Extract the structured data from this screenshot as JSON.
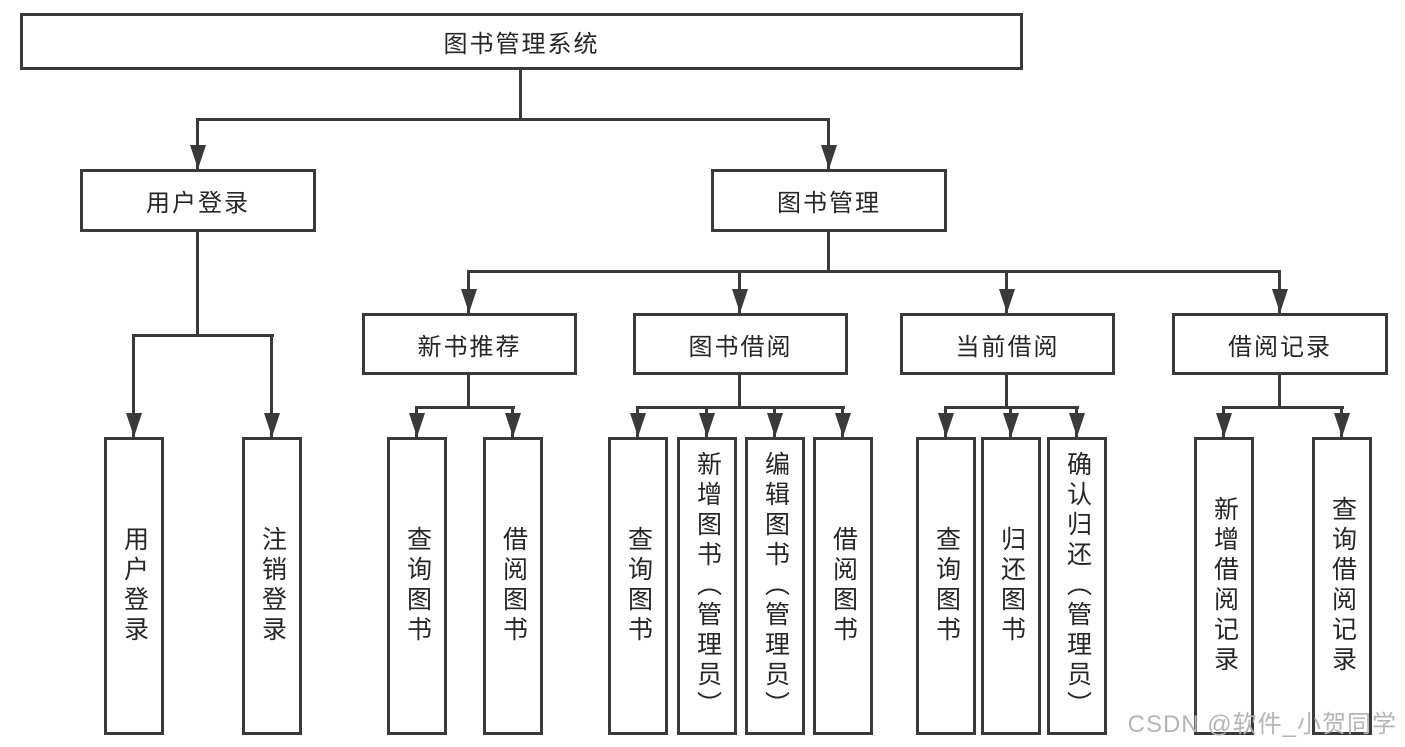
{
  "colors": {
    "line": "#3a3a3a",
    "text": "#262626",
    "background": "#ffffff",
    "watermark": "#b5b5b5"
  },
  "watermark": {
    "text": "CSDN @软件_小贺同学"
  },
  "tree": {
    "root": {
      "label": "图书管理系统",
      "children": [
        {
          "label": "用户登录",
          "children": [
            {
              "label": "用户登录"
            },
            {
              "label": "注销登录"
            }
          ]
        },
        {
          "label": "图书管理",
          "children": [
            {
              "label": "新书推荐",
              "children": [
                {
                  "label": "查询图书"
                },
                {
                  "label": "借阅图书"
                }
              ]
            },
            {
              "label": "图书借阅",
              "children": [
                {
                  "label": "查询图书"
                },
                {
                  "label": "新增图书（管理员）"
                },
                {
                  "label": "编辑图书（管理员）"
                },
                {
                  "label": "借阅图书"
                }
              ]
            },
            {
              "label": "当前借阅",
              "children": [
                {
                  "label": "查询图书"
                },
                {
                  "label": "归还图书"
                },
                {
                  "label": "确认归还（管理员）"
                }
              ]
            },
            {
              "label": "借阅记录",
              "children": [
                {
                  "label": "新增借阅记录"
                },
                {
                  "label": "查询借阅记录"
                }
              ]
            }
          ]
        }
      ]
    }
  }
}
